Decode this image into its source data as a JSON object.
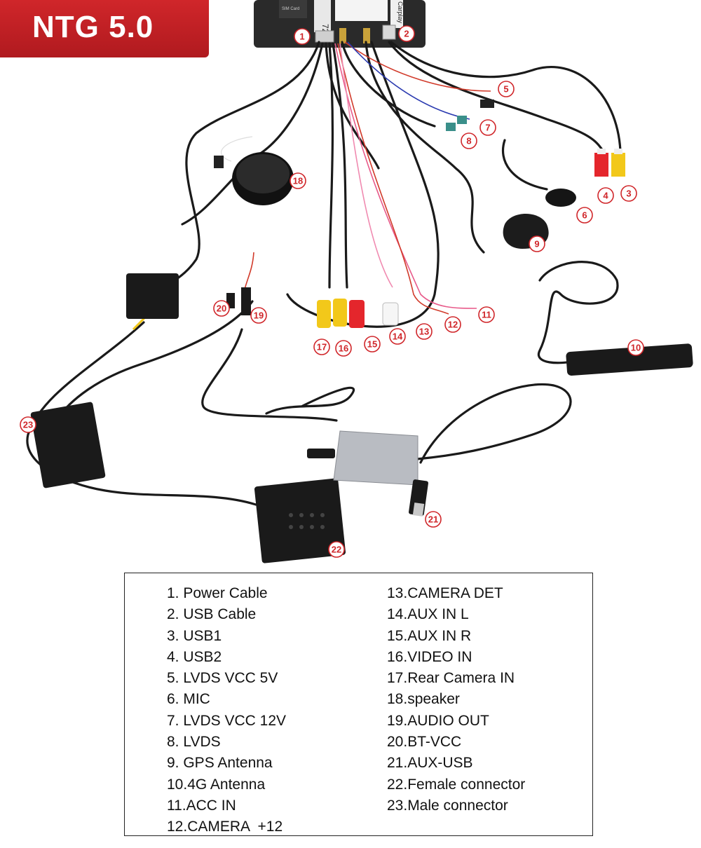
{
  "header": {
    "title": "NTG 5.0"
  },
  "head_unit": {
    "model_text": "720",
    "side_label": "Carplay",
    "sim_label": "SIM Card"
  },
  "callouts": [
    {
      "num": "1"
    },
    {
      "num": "2"
    },
    {
      "num": "3"
    },
    {
      "num": "4"
    },
    {
      "num": "5"
    },
    {
      "num": "6"
    },
    {
      "num": "7"
    },
    {
      "num": "8"
    },
    {
      "num": "9"
    },
    {
      "num": "10"
    },
    {
      "num": "11"
    },
    {
      "num": "12"
    },
    {
      "num": "13"
    },
    {
      "num": "14"
    },
    {
      "num": "15"
    },
    {
      "num": "16"
    },
    {
      "num": "17"
    },
    {
      "num": "18"
    },
    {
      "num": "19"
    },
    {
      "num": "20"
    },
    {
      "num": "21"
    },
    {
      "num": "22"
    },
    {
      "num": "23"
    }
  ],
  "legend": {
    "left": [
      "1. Power Cable",
      "2. USB Cable",
      "3. USB1",
      "4. USB2",
      "5. LVDS VCC 5V",
      "6. MIC",
      "7. LVDS VCC 12V",
      "8. LVDS",
      "9. GPS Antenna",
      "10.4G Antenna",
      "11.ACC IN",
      "12.CAMERA  +12"
    ],
    "right": [
      "13.CAMERA DET",
      "14.AUX IN L",
      "15.AUX IN R",
      "16.VIDEO IN",
      "17.Rear Camera IN",
      "18.speaker",
      "19.AUDIO OUT",
      "20.BT-VCC",
      "21.AUX-USB",
      "22.Female connector",
      "23.Male connector"
    ]
  },
  "colors": {
    "accent": "#d0262a",
    "cable": "#1a1a1a",
    "usb_red": "#e4262c",
    "usb_yellow": "#f2c81a"
  }
}
